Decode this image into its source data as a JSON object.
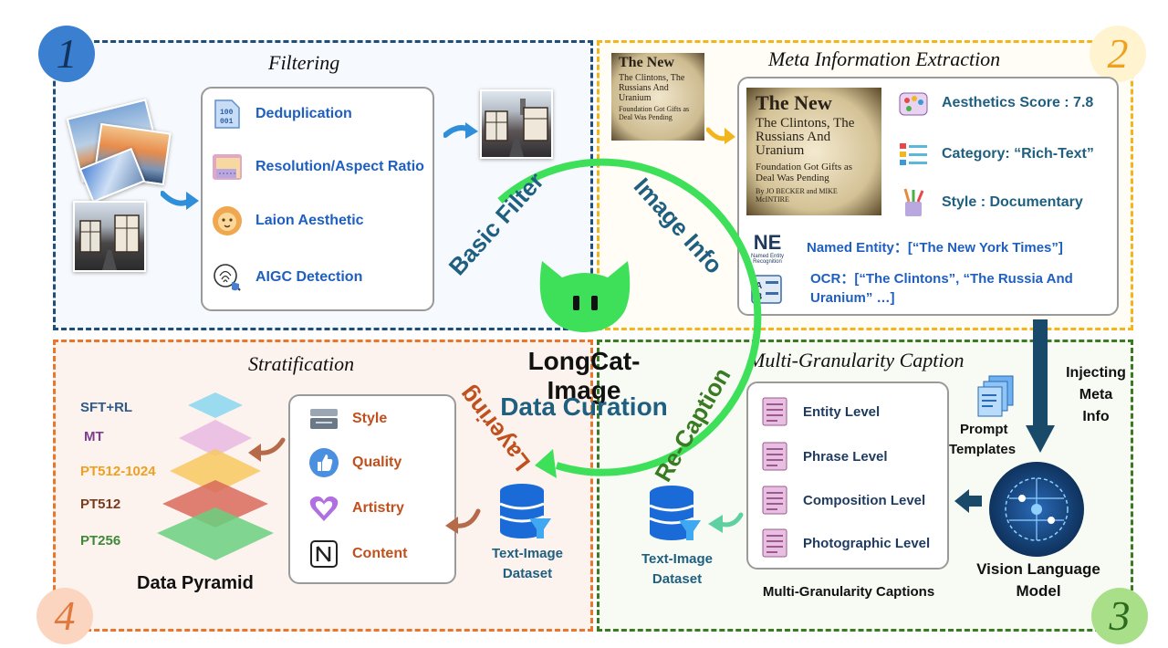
{
  "center": {
    "title": "LongCat-Image",
    "subtitle": "Data Curation"
  },
  "arc_labels": {
    "basic_filter": "Basic Filter",
    "image_info": "Image Info",
    "re_caption": "Re-Caption",
    "layering": "Layering"
  },
  "q1": {
    "number": "1",
    "title": "Filtering",
    "items": [
      {
        "icon": "binary-file-icon",
        "label": "Deduplication"
      },
      {
        "icon": "resolution-icon",
        "label": "Resolution/Aspect Ratio"
      },
      {
        "icon": "lion-icon",
        "label": "Laion Aesthetic"
      },
      {
        "icon": "fingerprint-shield-icon",
        "label": "AIGC Detection"
      }
    ]
  },
  "q2": {
    "number": "2",
    "title": "Meta Information Extraction",
    "newspaper": {
      "masthead": "The New",
      "headline": "The Clintons, The Russians And Uranium",
      "sub": "Foundation Got Gifts as Deal Was Pending",
      "byline": "By JO BECKER and MIKE McINTIRE"
    },
    "ne_icon_text": "NE",
    "ne_icon_caption": "Named Entity Recognition",
    "items": [
      {
        "icon": "palette-icon",
        "label": "Aesthetics Score : 7.8"
      },
      {
        "icon": "category-list-icon",
        "label": "Category: “Rich-Text”"
      },
      {
        "icon": "brushes-icon",
        "label": "Style : Documentary"
      }
    ],
    "named_entity": "Named Entity：[“The New York Times”]",
    "ocr_line1": "OCR：[“The Clintons”,  “The Russia And",
    "ocr_line2": "Uranium” …]"
  },
  "q3": {
    "number": "3",
    "title": "Multi-Granularity Caption",
    "levels": [
      "Entity Level",
      "Phrase Level",
      "Composition Level",
      "Photographic Level"
    ],
    "captions_label": "Multi-Granularity Captions",
    "prompt_label_1": "Prompt",
    "prompt_label_2": "Templates",
    "inject_1": "Injecting",
    "inject_2": "Meta",
    "inject_3": "Info",
    "vlm_1": "Vision Language",
    "vlm_2": "Model",
    "dataset_1": "Text-Image",
    "dataset_2": "Dataset"
  },
  "q4": {
    "number": "4",
    "title": "Stratification",
    "pyramid_levels": [
      {
        "label": "SFT+RL",
        "color": "#2f5a8a"
      },
      {
        "label": "MT",
        "color": "#7b3f8c"
      },
      {
        "label": "PT512-1024",
        "color": "#f0a020"
      },
      {
        "label": "PT512",
        "color": "#7a3a1e"
      },
      {
        "label": "PT256",
        "color": "#3f8a3a"
      }
    ],
    "pyramid_label": "Data Pyramid",
    "layers": [
      {
        "icon": "stack-icon",
        "label": "Style"
      },
      {
        "icon": "thumbs-up-icon",
        "label": "Quality"
      },
      {
        "icon": "heart-icon",
        "label": "Artistry"
      },
      {
        "icon": "notion-icon",
        "label": "Content"
      }
    ],
    "dataset_1": "Text-Image",
    "dataset_2": "Dataset"
  },
  "colors": {
    "q1": "#1f4e79",
    "q2": "#f2b61c",
    "q3": "#3a7a22",
    "q4": "#e8772e",
    "ring": "#3ee05a",
    "blue_text": "#1f5fbf",
    "teal_text": "#1f5f80",
    "orange_text": "#c0501e"
  }
}
